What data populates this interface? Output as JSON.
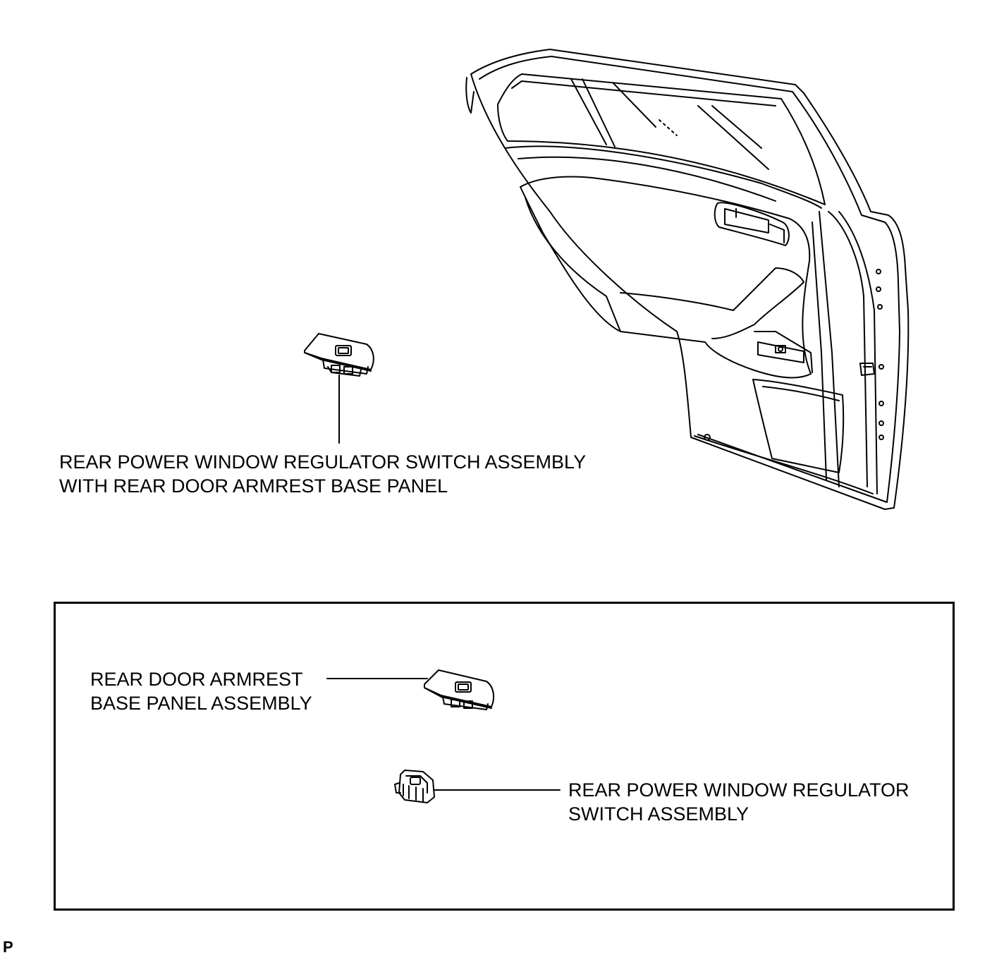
{
  "main_part": {
    "label_line1": "REAR POWER WINDOW REGULATOR SWITCH ASSEMBLY",
    "label_line2": "WITH REAR DOOR ARMREST BASE PANEL"
  },
  "detail_box": {
    "armrest_label_line1": "REAR DOOR ARMREST",
    "armrest_label_line2": "BASE PANEL ASSEMBLY",
    "switch_label_line1": "REAR POWER WINDOW REGULATOR",
    "switch_label_line2": "SWITCH ASSEMBLY"
  },
  "corner_mark": "P",
  "icons": {
    "door": "rear-door-icon",
    "switch_with_panel": "armrest-switch-assembly-icon",
    "armrest_panel": "armrest-base-panel-icon",
    "switch": "window-switch-icon"
  }
}
